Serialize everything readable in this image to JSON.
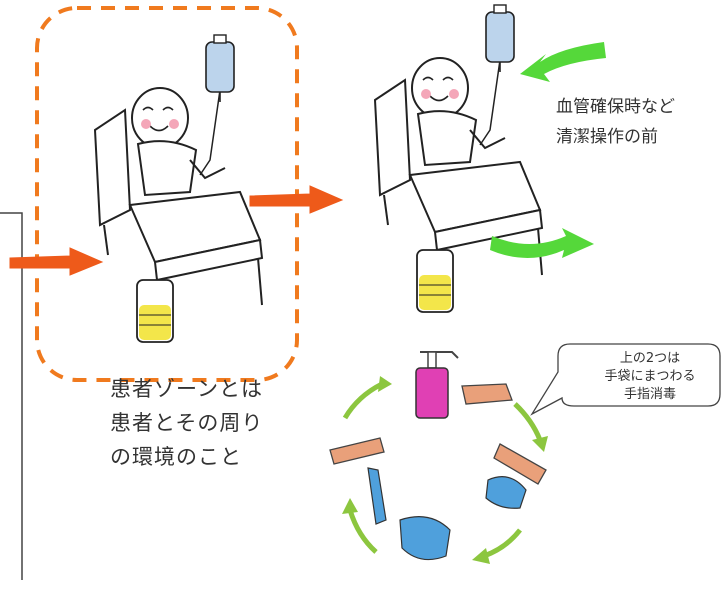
{
  "zone_caption": {
    "lines": [
      "患者ゾーンとは",
      "患者とその周り",
      "の環境のこと"
    ]
  },
  "iv_caption": {
    "lines": [
      "血管確保時など",
      "清潔操作の前"
    ]
  },
  "callout": {
    "lines": [
      "上の2つは",
      "手袋にまつわる",
      "手指消毒"
    ]
  },
  "colors": {
    "dashed_border": "#f07a1e",
    "orange_arrow": "#ee5a1a",
    "green_arrow": "#55d83a",
    "hand_cycle_arrow": "#8cc63f",
    "urine_bag_fill": "#f3e64a",
    "iv_bag_fill": "#bcd4ec",
    "glove_blue": "#4fa0dc",
    "sanitizer_pink": "#e040b4",
    "cheek_pink": "#f4a6b8"
  },
  "icons": [
    "patient-in-bed",
    "iv-drip-bag",
    "urine-bag",
    "orange-arrow",
    "green-arrow",
    "sanitizer-bottle",
    "hand-washing",
    "glove"
  ]
}
